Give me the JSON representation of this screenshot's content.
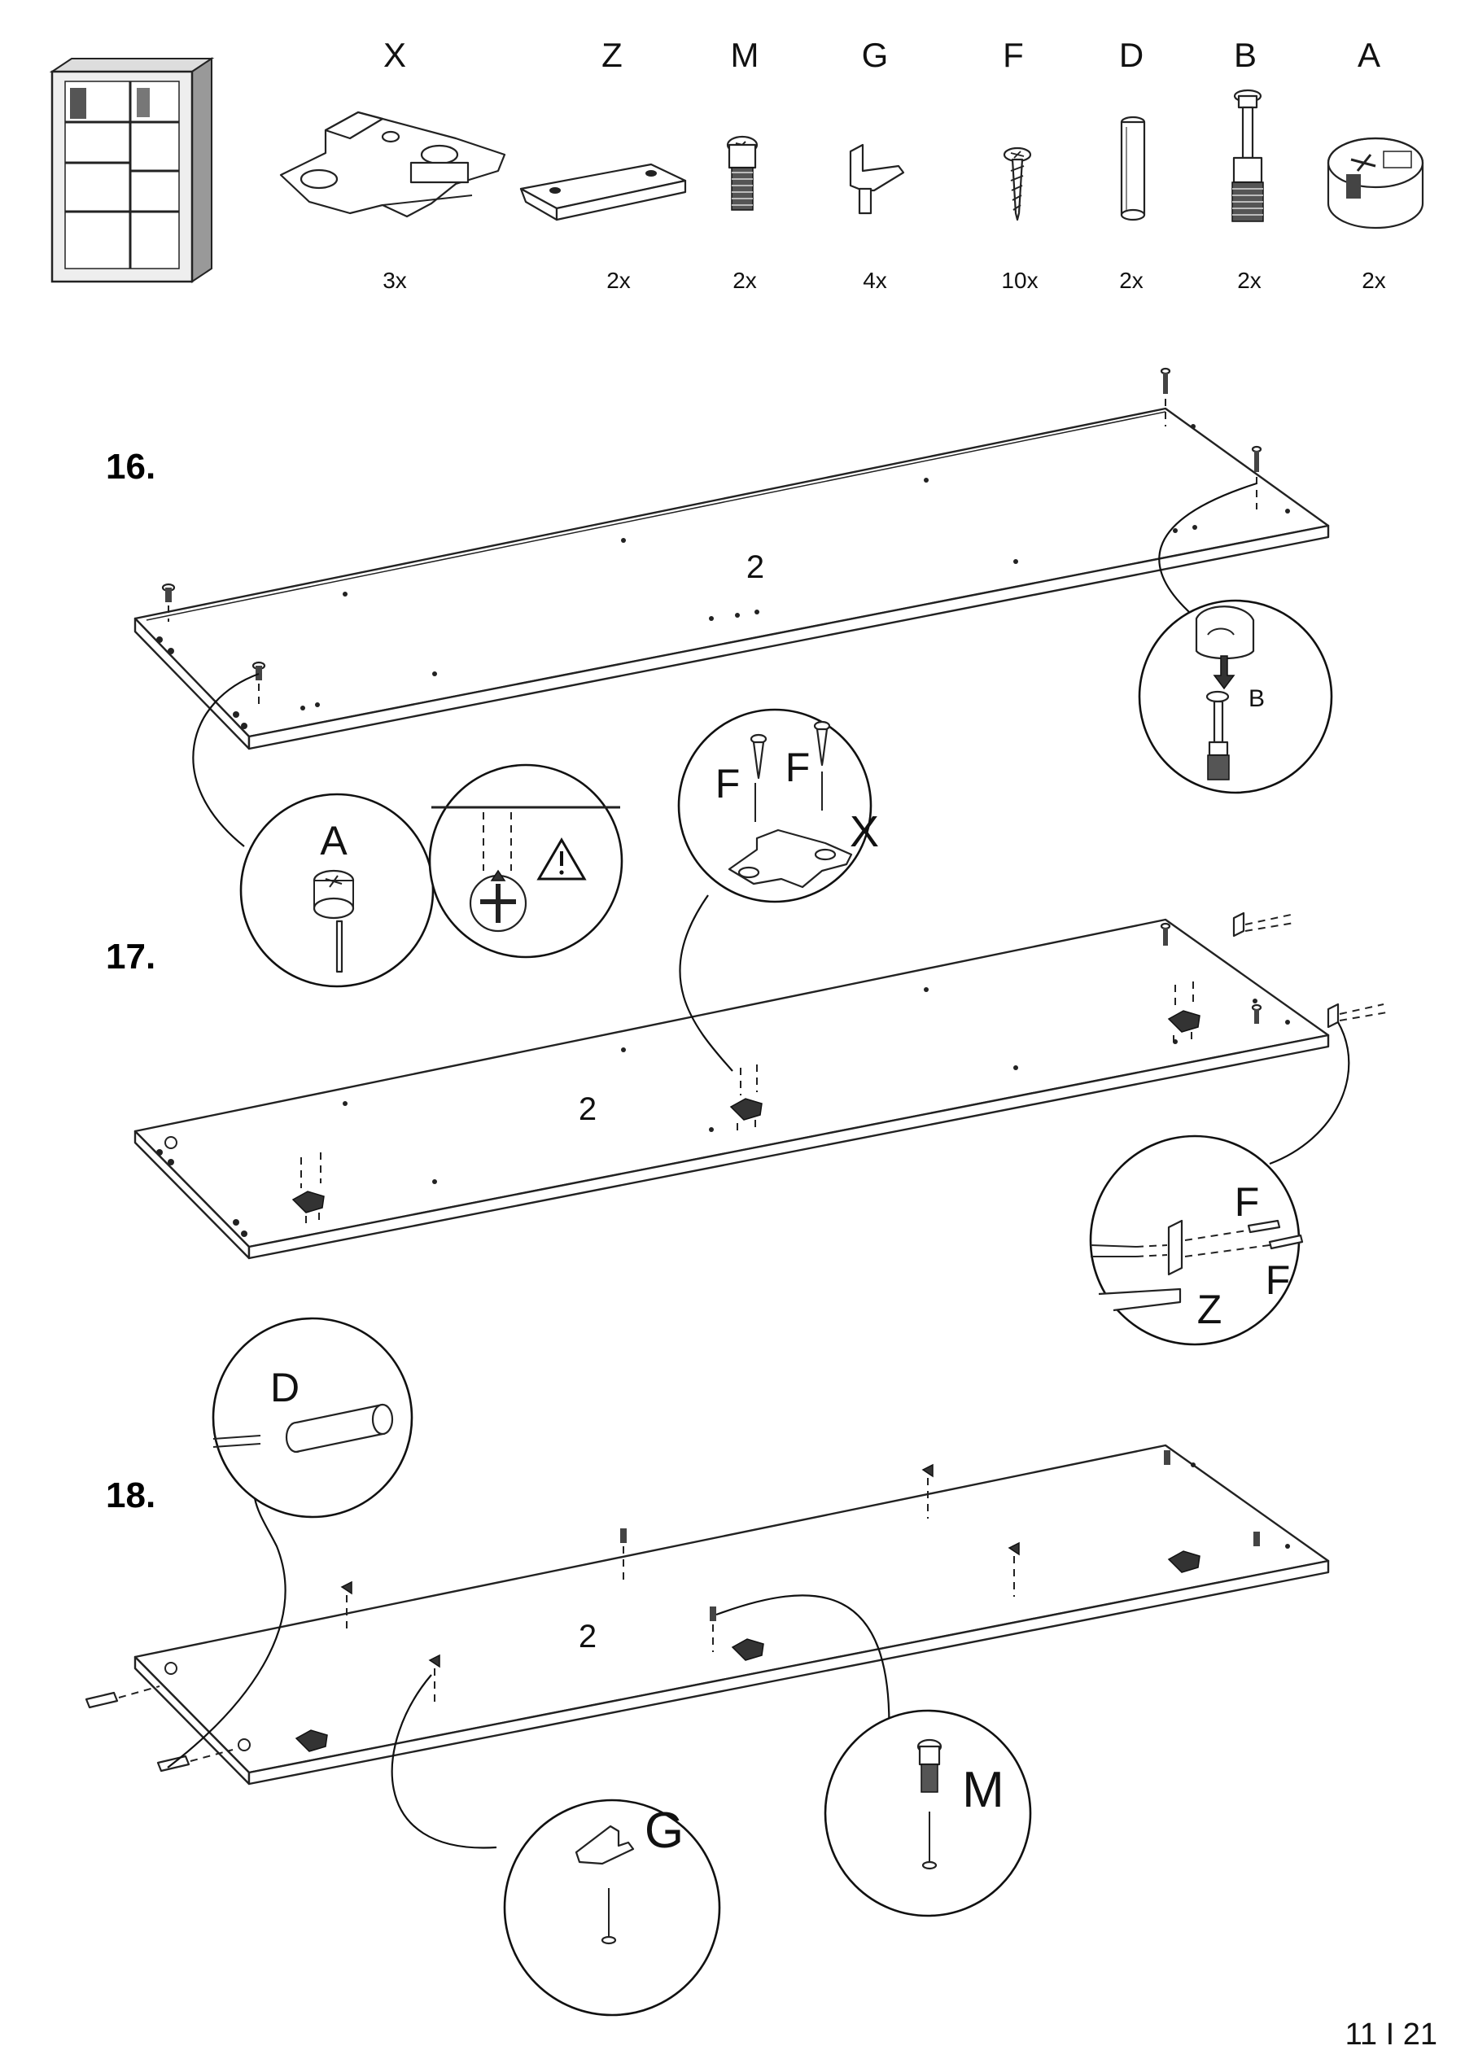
{
  "parts": [
    {
      "letter": "X",
      "qty": "3x"
    },
    {
      "letter": "Z",
      "qty": "2x"
    },
    {
      "letter": "M",
      "qty": "2x"
    },
    {
      "letter": "G",
      "qty": "4x"
    },
    {
      "letter": "F",
      "qty": "10x"
    },
    {
      "letter": "D",
      "qty": "2x"
    },
    {
      "letter": "B",
      "qty": "2x"
    },
    {
      "letter": "A",
      "qty": "2x"
    }
  ],
  "steps": [
    {
      "number": "16.",
      "panel_label": "2",
      "callouts": [
        "A",
        "B"
      ]
    },
    {
      "number": "17.",
      "panel_label": "2",
      "callouts": [
        "F",
        "F",
        "X",
        "F",
        "F",
        "Z"
      ]
    },
    {
      "number": "18.",
      "panel_label": "2",
      "callouts": [
        "D",
        "G",
        "M"
      ]
    }
  ],
  "page_number": "11 I 21",
  "icons": [
    "wardrobe-thumbnail-icon",
    "warning-triangle-icon",
    "finger-press-icon"
  ]
}
